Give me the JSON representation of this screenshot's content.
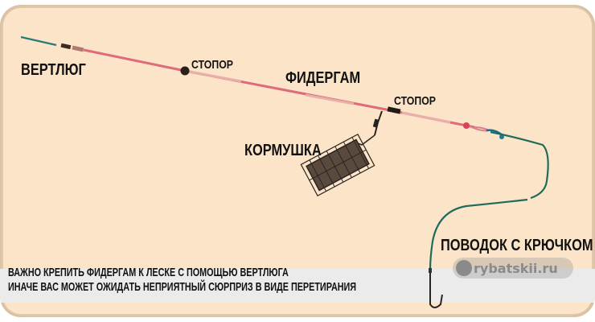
{
  "labels": {
    "swivel": "ВЕРТЛЮГ",
    "stopper_1": "СТОПОР",
    "feedergum": "ФИДЕРГАМ",
    "stopper_2": "СТОПОР",
    "feeder": "КОРМУШКА",
    "leader_with_hook": "ПОВОДОК С КРЮЧКОМ"
  },
  "note": {
    "line_1": "ВАЖНО КРЕПИТЬ ФИДЕРГАМ К ЛЕСКЕ С ПОМОЩЬЮ ВЕРТЛЮГА",
    "line_2": "ИНАЧЕ ВАС МОЖЕТ ОЖИДАТЬ НЕПРИЯТНЫЙ СЮРПРИЗ В ВИДЕ ПЕРЕТИРАНИЯ"
  },
  "watermark": {
    "text": "rybatskii.ru"
  },
  "colors": {
    "background": "#fce4c8",
    "band": "#ebebeb",
    "main_line": "#2a7a7a",
    "feedergum": "#d9566a",
    "leader": "#1f6b5a",
    "text": "#111111"
  }
}
